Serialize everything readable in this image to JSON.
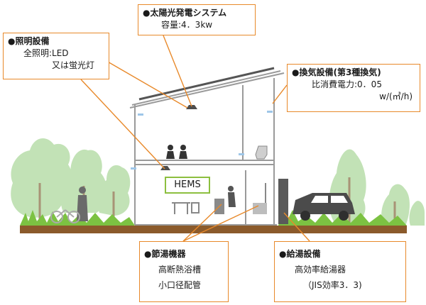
{
  "callouts": {
    "solar": {
      "title": "●太陽光発電システム",
      "line1": "容量:4．3kw"
    },
    "lighting": {
      "title": "●照明設備",
      "line1": "全照明:LED",
      "line2": "又は蛍光灯"
    },
    "ventilation": {
      "title": "●換気設備(第3種換気)",
      "line1": "比消費電力:0．05",
      "line2": "w/(㎥/h)"
    },
    "hot_water_saving": {
      "title": "●節湯機器",
      "line1": "高断熱浴槽",
      "line2": "小口径配管"
    },
    "water_heater": {
      "title": "●給湯設備",
      "line1": "高効率給湯器",
      "line2": "（JIS効率3．3)"
    }
  },
  "hems_label": "HEMS",
  "colors": {
    "callout_border": "#e8892a",
    "hems_border": "#8cbf3f",
    "ground": "#8b5a2b",
    "grass": "#7cc242",
    "trees": "#b9dcae",
    "house_lines": "#9a9a9a"
  }
}
